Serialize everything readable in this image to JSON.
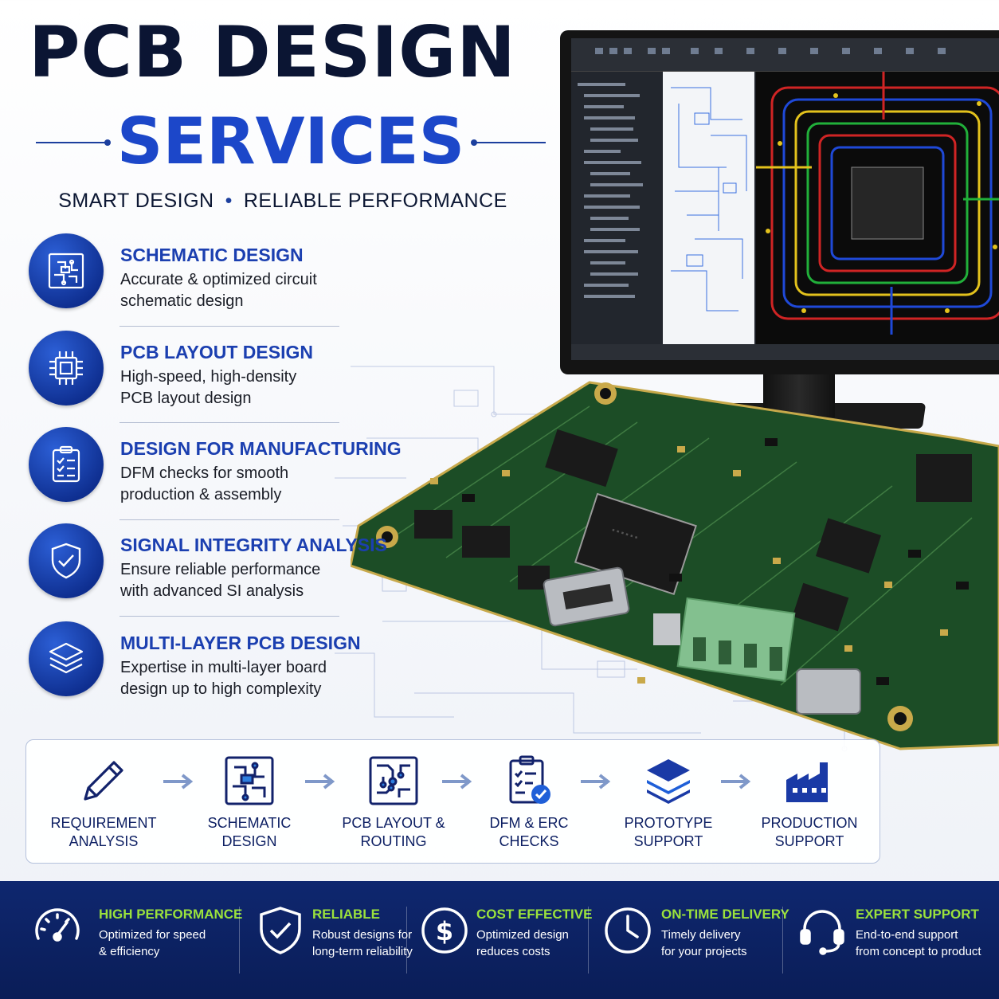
{
  "header": {
    "title_line1": "PCB DESIGN",
    "title_line2": "SERVICES",
    "tagline_part1": "SMART DESIGN",
    "tagline_sep": "•",
    "tagline_part2": "RELIABLE PERFORMANCE"
  },
  "colors": {
    "navy": "#0b1533",
    "brand_blue": "#1c47c9",
    "footer_bg": "#0f276f",
    "accent_green": "#9be23c"
  },
  "services": [
    {
      "icon": "schematic-icon",
      "title": "SCHEMATIC DESIGN",
      "line1": "Accurate & optimized circuit",
      "line2": "schematic design"
    },
    {
      "icon": "chip-icon",
      "title": "PCB LAYOUT DESIGN",
      "line1": "High-speed, high-density",
      "line2": "PCB layout design"
    },
    {
      "icon": "checklist-icon",
      "title": "DESIGN FOR MANUFACTURING",
      "line1": "DFM checks for smooth",
      "line2": "production & assembly"
    },
    {
      "icon": "shield-check-icon",
      "title": "SIGNAL INTEGRITY ANALYSIS",
      "line1": "Ensure reliable performance",
      "line2": "with advanced SI analysis"
    },
    {
      "icon": "layers-icon",
      "title": "MULTI-LAYER PCB DESIGN",
      "line1": "Expertise in multi-layer board",
      "line2": "design up to high complexity"
    }
  ],
  "process": [
    {
      "icon": "pencil-icon",
      "line1": "Requirement",
      "line2": "Analysis"
    },
    {
      "icon": "schematic-icon",
      "line1": "Schematic",
      "line2": "Design"
    },
    {
      "icon": "circuit-board-icon",
      "line1": "PCB Layout &",
      "line2": "Routing"
    },
    {
      "icon": "clipboard-check-icon",
      "line1": "DFM & ERC",
      "line2": "Checks"
    },
    {
      "icon": "layers-icon",
      "line1": "Prototype",
      "line2": "Support"
    },
    {
      "icon": "factory-icon",
      "line1": "Production",
      "line2": "Support"
    }
  ],
  "features": [
    {
      "icon": "speedometer-icon",
      "title": "HIGH PERFORMANCE",
      "line1": "Optimized for speed",
      "line2": "& efficiency"
    },
    {
      "icon": "shield-check-icon",
      "title": "RELIABLE",
      "line1": "Robust designs for",
      "line2": "long-term reliability"
    },
    {
      "icon": "dollar-icon",
      "title": "COST EFFECTIVE",
      "line1": "Optimized design",
      "line2": "reduces costs"
    },
    {
      "icon": "clock-icon",
      "title": "ON-TIME DELIVERY",
      "line1": "Timely delivery",
      "line2": "for your projects"
    },
    {
      "icon": "headset-icon",
      "title": "EXPERT SUPPORT",
      "line1": "End-to-end support",
      "line2": "from concept to product"
    }
  ]
}
